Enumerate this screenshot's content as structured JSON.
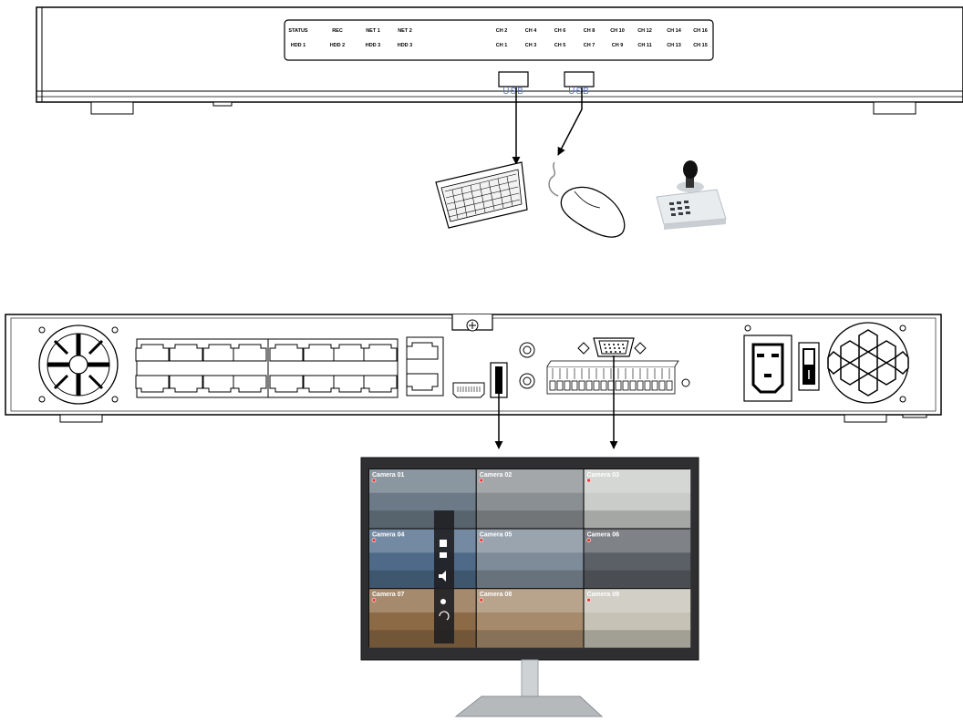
{
  "front_panel": {
    "led_top_row": [
      "STATUS",
      "REC",
      "NET 1",
      "NET 2"
    ],
    "led_bottom_row": [
      "HDD 1",
      "HDD 2",
      "HDD 3",
      "HDD 3"
    ],
    "channels_top_row": [
      "CH 2",
      "CH 4",
      "CH 6",
      "CH 8",
      "CH 10",
      "CH 12",
      "CH 14",
      "CH 16"
    ],
    "channels_bottom_row": [
      "CH 1",
      "CH 3",
      "CH 5",
      "CH 7",
      "CH 9",
      "CH 11",
      "CH 13",
      "CH 15"
    ],
    "usb_ports": [
      {
        "label": "USB"
      },
      {
        "label": "USB"
      }
    ]
  },
  "peripherals": [
    "keyboard",
    "mouse",
    "joystick"
  ],
  "rear_panel": {
    "ports": [
      "fan-left",
      "ethernet-poe-bank",
      "uplink-ethernet",
      "hdmi",
      "usb",
      "audio-in-out",
      "vga",
      "alarm-terminal-block",
      "power-inlet",
      "power-switch",
      "fan-right"
    ]
  },
  "monitor": {
    "cameras": [
      "Camera 01",
      "Camera 02",
      "Camera 03",
      "Camera 04",
      "Camera 05",
      "Camera 06",
      "Camera 07",
      "Camera 08",
      "Camera 09"
    ],
    "tile_colors": [
      "#6b7a86",
      "#8a8f93",
      "#c9ccc8",
      "#4e6a88",
      "#7e8b98",
      "#5b6066",
      "#8c6a45",
      "#a58a6c",
      "#c6c2b6"
    ]
  }
}
